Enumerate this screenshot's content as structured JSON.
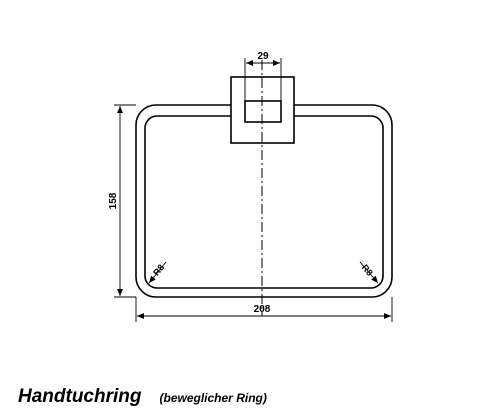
{
  "title": "Handtuchring",
  "subtitle": "(beweglicher Ring)",
  "dimensions": {
    "width": "208",
    "height": "158",
    "mount_width": "29",
    "radius_left": "R8",
    "radius_right": "R8"
  },
  "colors": {
    "line": "#000000",
    "background": "#ffffff"
  }
}
